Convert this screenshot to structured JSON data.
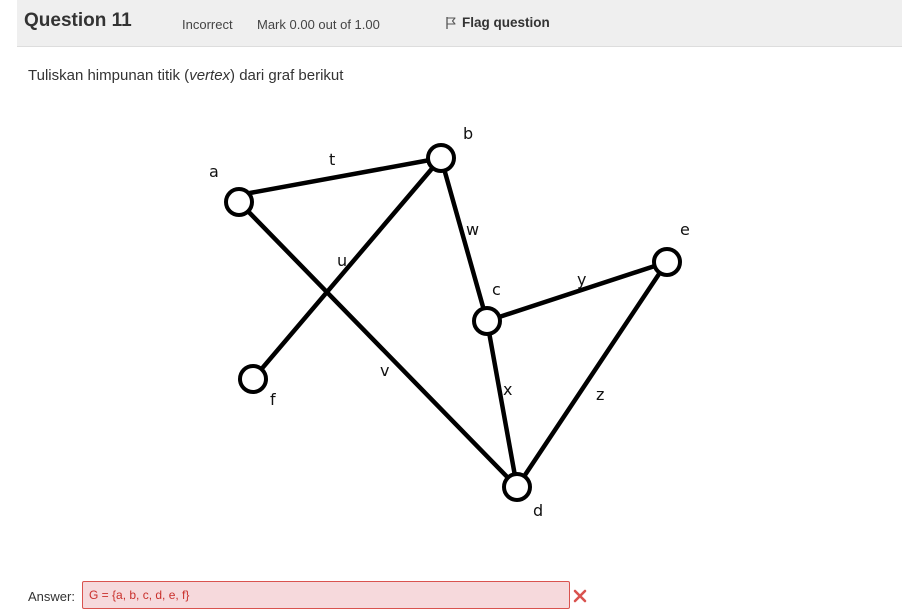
{
  "question": {
    "title": "Question 11",
    "status": "Incorrect",
    "mark": "Mark 0.00 out of 1.00",
    "flag_label": "Flag question",
    "prompt_before": "Tuliskan himpunan titik (",
    "prompt_emphasis": "vertex",
    "prompt_after": ") dari graf berikut"
  },
  "graph": {
    "vertex_labels": {
      "a": "a",
      "b": "b",
      "c": "c",
      "d": "d",
      "e": "e",
      "f": "f"
    },
    "edge_labels": {
      "t": "t",
      "u": "u",
      "v": "v",
      "w": "w",
      "x": "x",
      "y": "y",
      "z": "z"
    }
  },
  "answer": {
    "label": "Answer:",
    "value": "G = {a, b, c, d, e, f}",
    "result_icon": "cross-icon",
    "error_color": "#d9534f"
  }
}
